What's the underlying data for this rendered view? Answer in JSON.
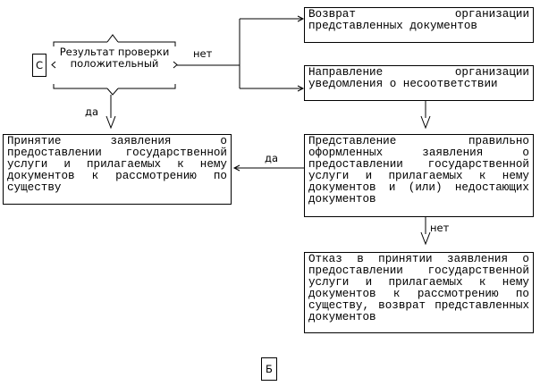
{
  "connectors": {
    "left": "С",
    "bottom": "Б"
  },
  "decision": {
    "text": "Результат проверки положительный",
    "yes_label": "да",
    "no_label": "нет"
  },
  "boxes": {
    "return_docs": "Возврат организации представленных документов",
    "notify_mismatch": "Направление организации уведомления о несоответствии",
    "accept": "Принятие заявления о предоставлении государственной услуги и прилагаемых к нему документов к рассмотрению по существу",
    "resubmit": "Представление правильно оформленных заявления о предоставлении государственной услуги и прилагаемых к нему документов и (или) недостающих документов",
    "refuse": "Отказ в принятии заявления о предоставлении государственной услуги и прилагаемых к нему документов к рассмотрению по существу, возврат представленных документов"
  },
  "edge_labels": {
    "resubmit_yes": "да",
    "resubmit_no": "нет"
  }
}
